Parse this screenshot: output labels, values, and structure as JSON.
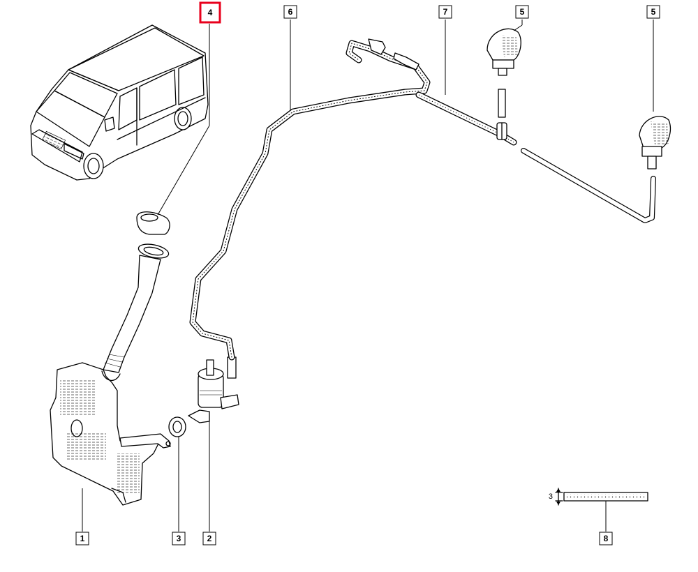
{
  "callouts": {
    "c1": "1",
    "c2": "2",
    "c3": "3",
    "c4": "4",
    "c5a": "5",
    "c5b": "5",
    "c6": "6",
    "c7": "7",
    "c8": "8"
  },
  "dimension": "3",
  "highlight_color": "#e8001c"
}
